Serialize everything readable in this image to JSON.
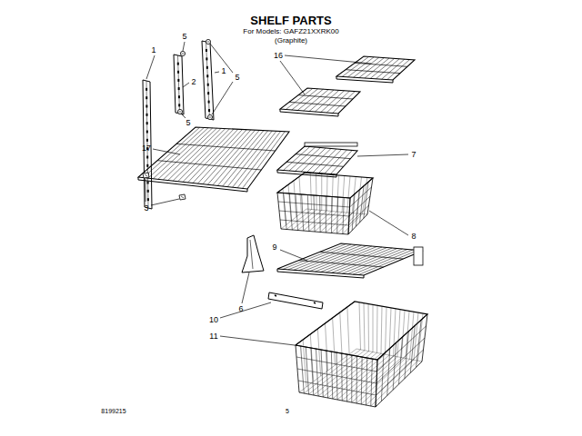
{
  "diagram": {
    "title": "SHELF PARTS",
    "labels": [
      "For Models: GAFZ21XXRK00",
      "(Graphite)",
      "5",
      "1",
      "16",
      "1",
      "5",
      "2",
      "5",
      "17",
      "7",
      "3",
      "8",
      "9",
      "6",
      "10",
      "11",
      "8199215",
      "5"
    ]
  }
}
